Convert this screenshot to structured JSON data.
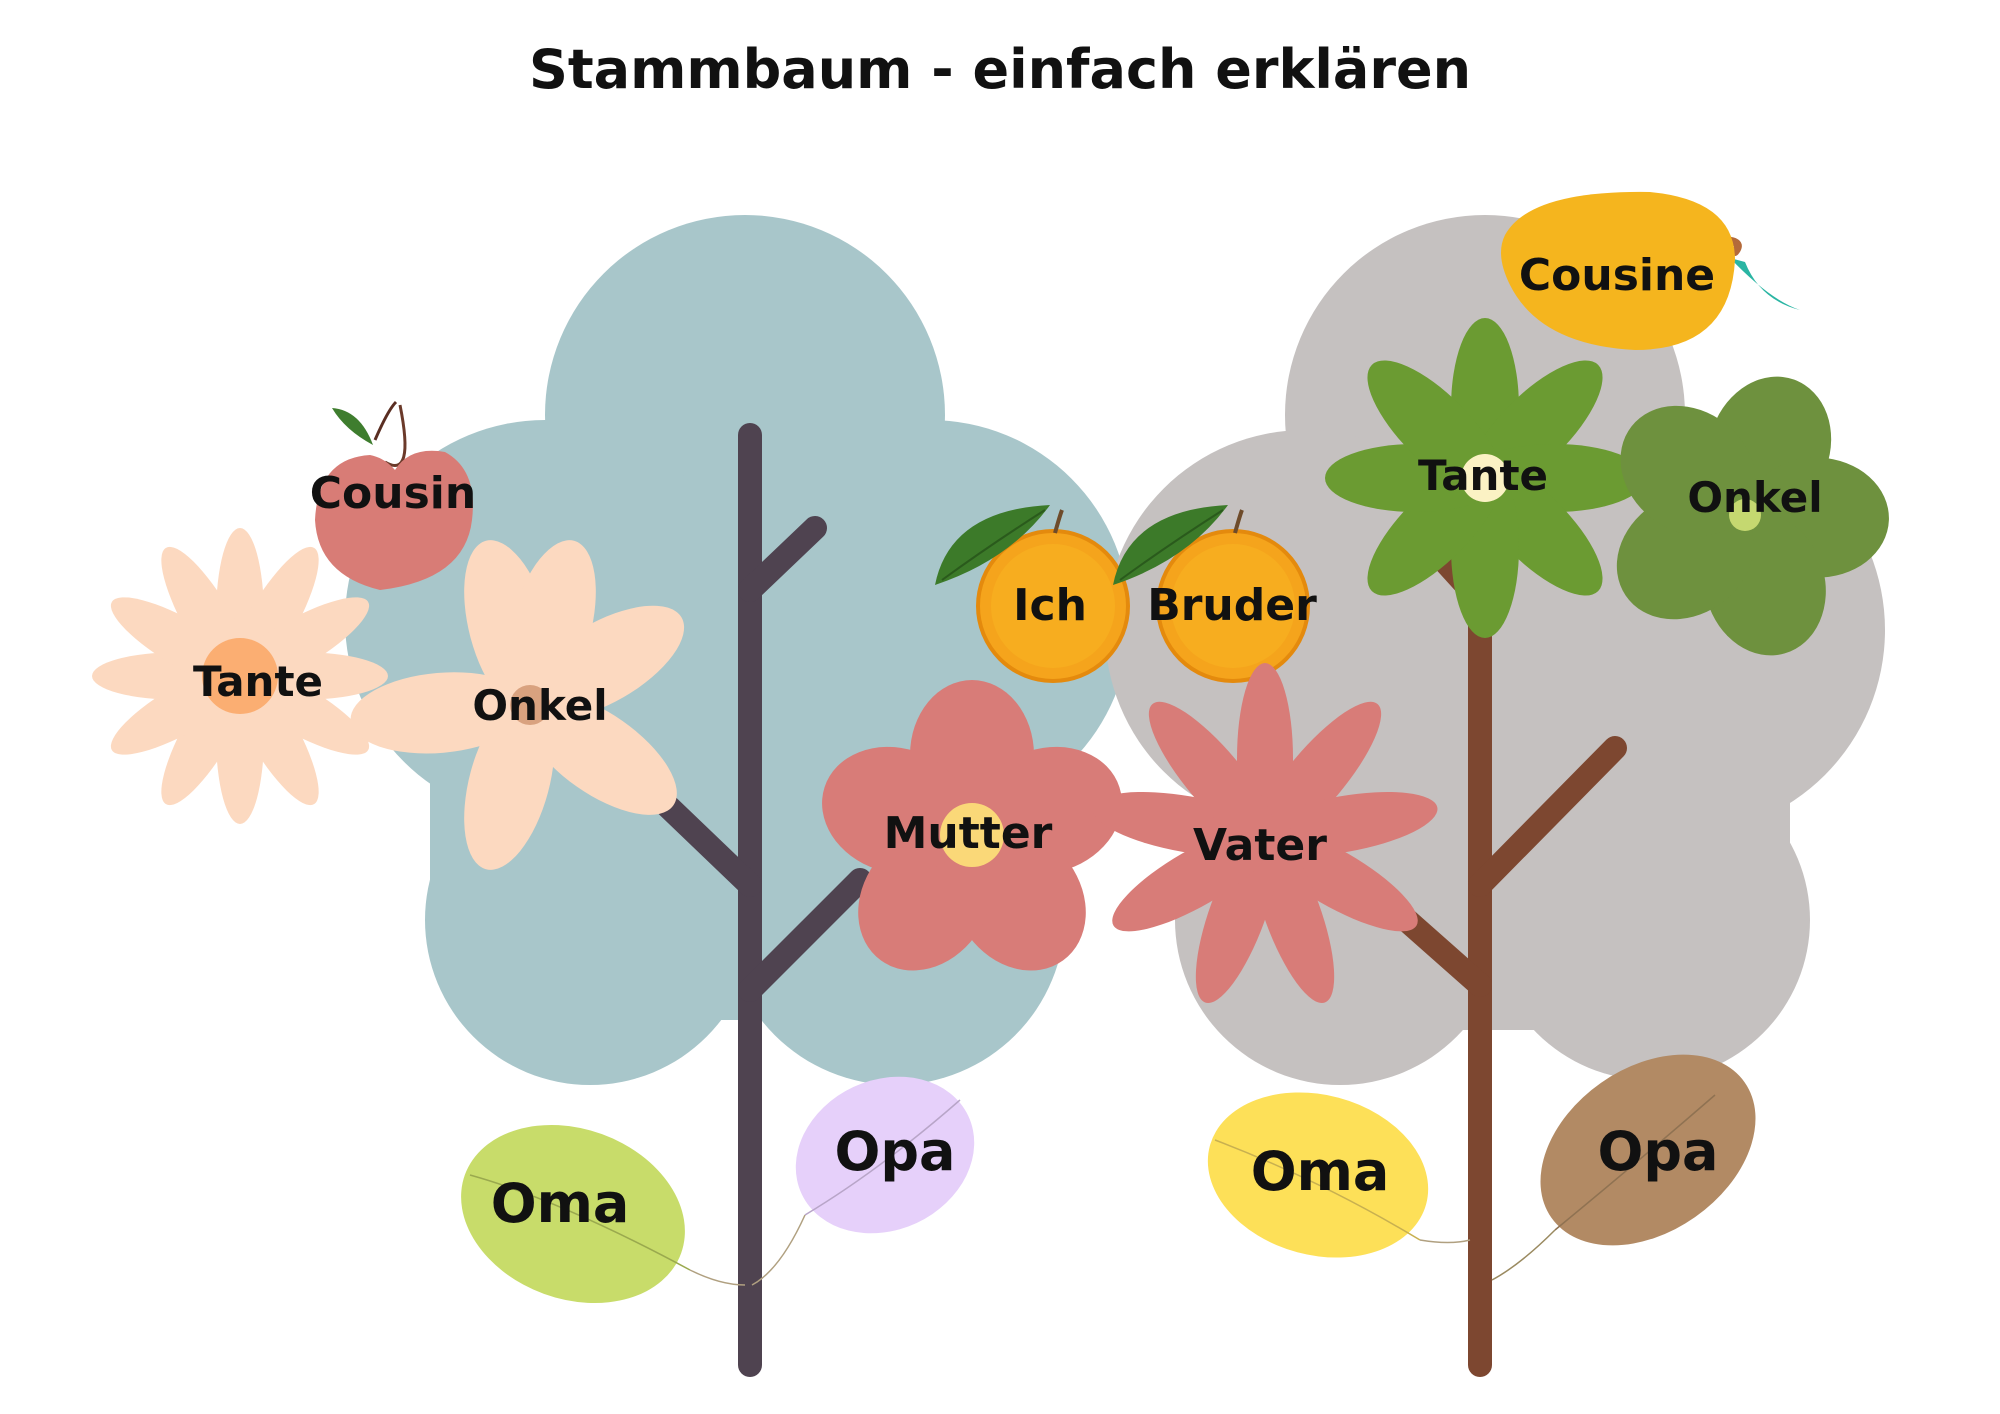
{
  "title": "Stammbaum - einfach erklären",
  "colors": {
    "mother_tree": "#a8c6ca",
    "father_tree": "#c5c1c0",
    "mother_trunk": "#4f4350",
    "father_trunk": "#7d4730",
    "orange": "#f5a41c",
    "leaf_green": "#4a8a2c"
  },
  "labels": {
    "cousin_left": "Cousin",
    "tante_left": "Tante",
    "onkel_left": "Onkel",
    "ich": "Ich",
    "bruder": "Bruder",
    "mutter": "Mutter",
    "vater": "Vater",
    "cousine_right": "Cousine",
    "tante_right": "Tante",
    "onkel_right": "Onkel",
    "oma_left": "Oma",
    "opa_left": "Opa",
    "oma_right": "Oma",
    "opa_right": "Opa"
  },
  "icons": {
    "cousin_left": "peach-icon",
    "tante_left": "daisy-flower-icon",
    "onkel_left": "flower-icon",
    "ich": "orange-fruit-icon",
    "bruder": "orange-fruit-icon",
    "mutter": "flower-icon",
    "vater": "flower-icon",
    "cousine_right": "mango-icon",
    "tante_right": "green-flower-icon",
    "onkel_right": "green-flower-icon",
    "grandparents": "leaf-icon"
  }
}
